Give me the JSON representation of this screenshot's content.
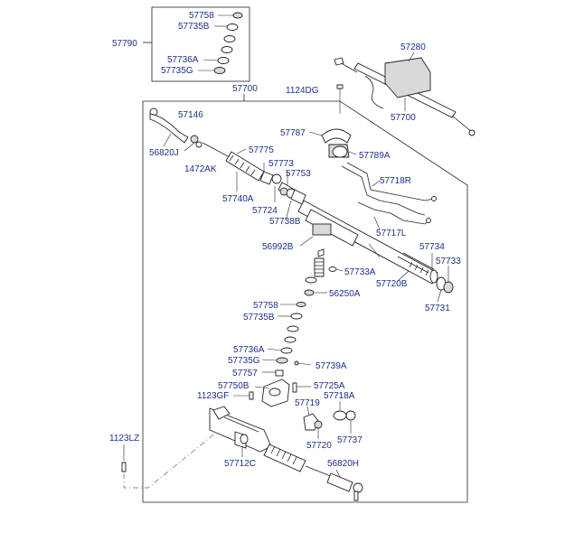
{
  "labels": {
    "p57758_top": "57758",
    "p57735B_top": "57735B",
    "p57790": "57790",
    "p57736A_top": "57736A",
    "p57735G_top": "57735G",
    "p57280": "57280",
    "p1124DG": "1124DG",
    "p57700_inset": "57700",
    "p57700": "57700",
    "p57146": "57146",
    "p57787": "57787",
    "p56820J": "56820J",
    "p1472AK": "1472AK",
    "p57775": "57775",
    "p57789A": "57789A",
    "p57773": "57773",
    "p57753": "57753",
    "p57740A": "57740A",
    "p57718R": "57718R",
    "p57724": "57724",
    "p57738B": "57738B",
    "p57717L": "57717L",
    "p56992B": "56992B",
    "p57734": "57734",
    "p57733": "57733",
    "p57733A": "57733A",
    "p57720B": "57720B",
    "p56250A": "56250A",
    "p57731": "57731",
    "p57758": "57758",
    "p57735B": "57735B",
    "p57736A": "57736A",
    "p57735G": "57735G",
    "p57739A": "57739A",
    "p57757": "57757",
    "p57750B": "57750B",
    "p57725A": "57725A",
    "p1123GF": "1123GF",
    "p57718A": "57718A",
    "p57719": "57719",
    "p1123LZ": "1123LZ",
    "p57720": "57720",
    "p57737": "57737",
    "p57712C": "57712C",
    "p56820H": "56820H"
  },
  "colors": {
    "label": "#1d2f8c",
    "line": "#222222",
    "background": "#ffffff"
  }
}
